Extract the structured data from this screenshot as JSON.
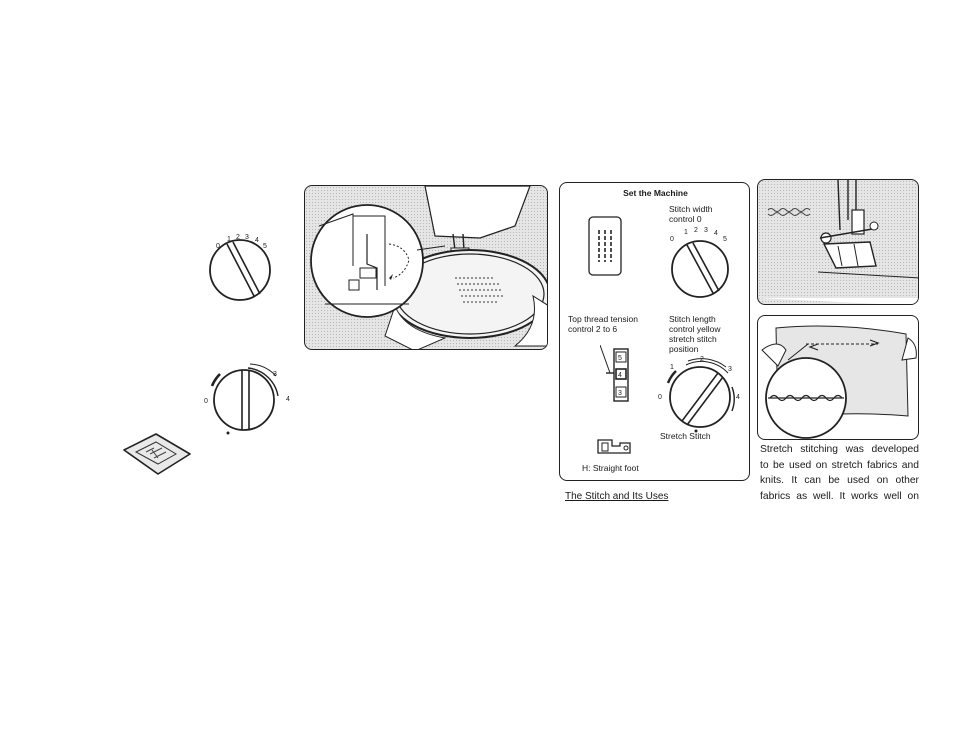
{
  "set_machine": {
    "title": "Set the Machine",
    "stitch_width_label": "Stitch width\ncontrol 0",
    "width_dial_ticks": [
      "0",
      "1",
      "2",
      "3",
      "4",
      "5"
    ],
    "tension_label": "Top thread tension\ncontrol 2 to 6",
    "tension_numbers": [
      "5",
      "4",
      "3"
    ],
    "length_label": "Stitch length\ncontrol yellow\nstretch stitch\nposition",
    "length_dial_ticks": [
      "0",
      "1",
      "2",
      "3",
      "4"
    ],
    "stretch_caption": "Stretch Stitch",
    "foot_caption": "H: Straight foot"
  },
  "left_dials": {
    "width_ticks": [
      "0",
      "1",
      "2",
      "3",
      "4",
      "5"
    ],
    "length_ticks": [
      "0",
      "3",
      "4"
    ]
  },
  "section_title": "The Stitch and Its Uses",
  "description_lines": [
    "Stretch stitching was developed",
    "to be used on stretch fabrics and",
    "knits.  It can be used on other",
    "fabrics as well.  It works well on"
  ]
}
